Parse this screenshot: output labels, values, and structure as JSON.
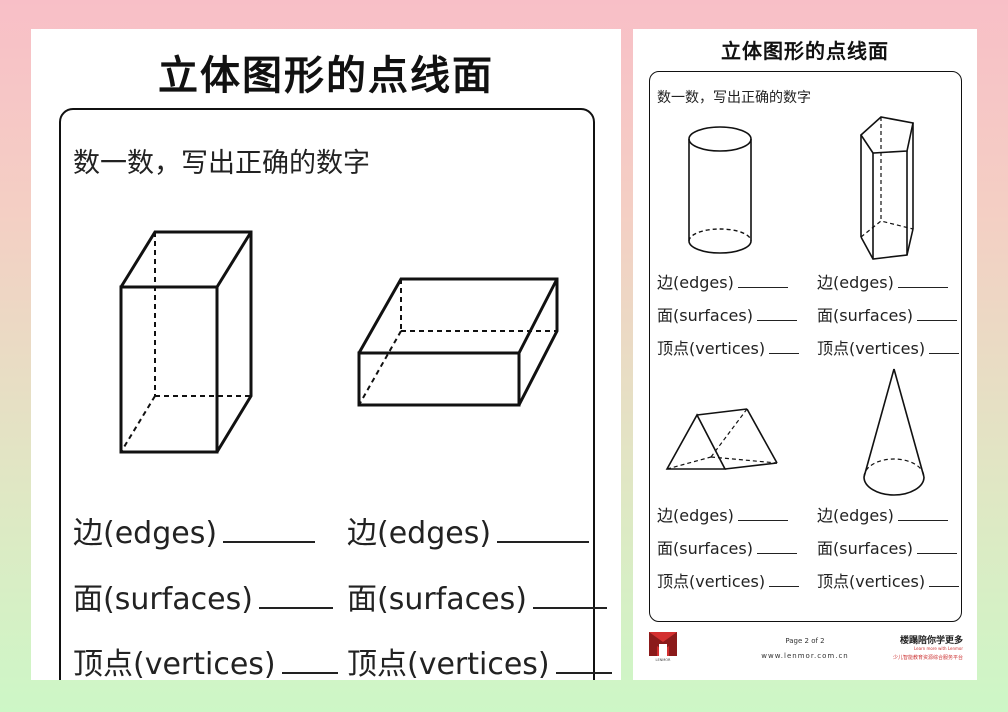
{
  "page1": {
    "title": "立体图形的点线面",
    "instruction": "数一数，写出正确的数字",
    "questions": [
      {
        "edges": "边(edges)",
        "surfaces": "面(surfaces)",
        "vertices": "顶点(vertices)"
      },
      {
        "edges": "边(edges)",
        "surfaces": "面(surfaces)",
        "vertices": "顶点(vertices)"
      }
    ],
    "shapes": [
      "cuboid-tall",
      "cuboid-flat"
    ]
  },
  "page2": {
    "title": "立体图形的点线面",
    "instruction": "数一数，写出正确的数字",
    "questions": [
      {
        "edges": "边(edges)",
        "surfaces": "面(surfaces)",
        "vertices": "顶点(vertices)"
      },
      {
        "edges": "边(edges)",
        "surfaces": "面(surfaces)",
        "vertices": "顶点(vertices)"
      },
      {
        "edges": "边(edges)",
        "surfaces": "面(surfaces)",
        "vertices": "顶点(vertices)"
      },
      {
        "edges": "边(edges)",
        "surfaces": "面(surfaces)",
        "vertices": "顶点(vertices)"
      }
    ],
    "shapes": [
      "cylinder",
      "pentagonal-prism",
      "triangular-prism",
      "cone"
    ],
    "footer": {
      "page_number": "Page 2 of 2",
      "website": "www.lenmor.com.cn",
      "slogan": "楼蹋陪你学更多",
      "slogan_en": "Learn more with Lenmor",
      "slogan_sub": "少儿智能教育资源综合服务平台",
      "logo_text": "LENMOR"
    }
  },
  "colors": {
    "bg_top": "#f8bfc7",
    "bg_bottom": "#cdf7c6",
    "ink": "#111111",
    "logo_red": "#d32f2f"
  }
}
